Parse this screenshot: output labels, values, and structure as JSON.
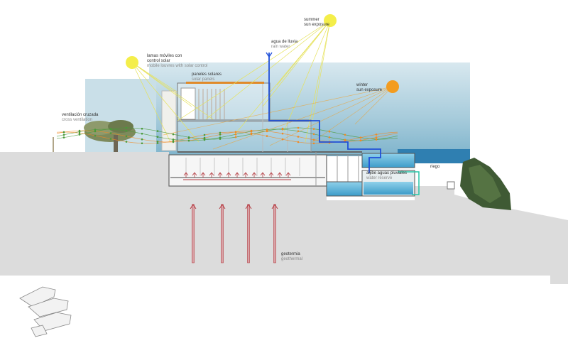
{
  "labels": {
    "summer": {
      "line1": "summer",
      "line2": "sun exposure"
    },
    "winter": {
      "line1": "winter",
      "line2": "sun exposure"
    },
    "rain": {
      "es": "agua de lluvia",
      "en": "rain water"
    },
    "louvers": {
      "es1": "lamas móviles con",
      "es2": "control solar",
      "en": "mobile louvres with solar control"
    },
    "panels": {
      "es": "paneles solares",
      "en": "solar panels"
    },
    "ventilation": {
      "es": "ventilación cruzada",
      "en": "cross ventilation"
    },
    "reserve": {
      "es": "aljibe aguas pluviales",
      "en": "water reserve"
    },
    "irrigation": {
      "es": "riego"
    },
    "geothermal": {
      "es": "geotermia",
      "en": "geothermal"
    }
  },
  "colors": {
    "sun_summer": "#f4ee4a",
    "sun_winter": "#f39c1f",
    "rain": "#1f4fd8",
    "geothermal": "#b3373e",
    "ventilation_green": "#4a9a3a",
    "ventilation_orange": "#f08a24",
    "irrigation": "#27c4a6",
    "terrain": "#dcdcdc",
    "sky": "#a9cede",
    "pool": "#5fb3d9"
  }
}
